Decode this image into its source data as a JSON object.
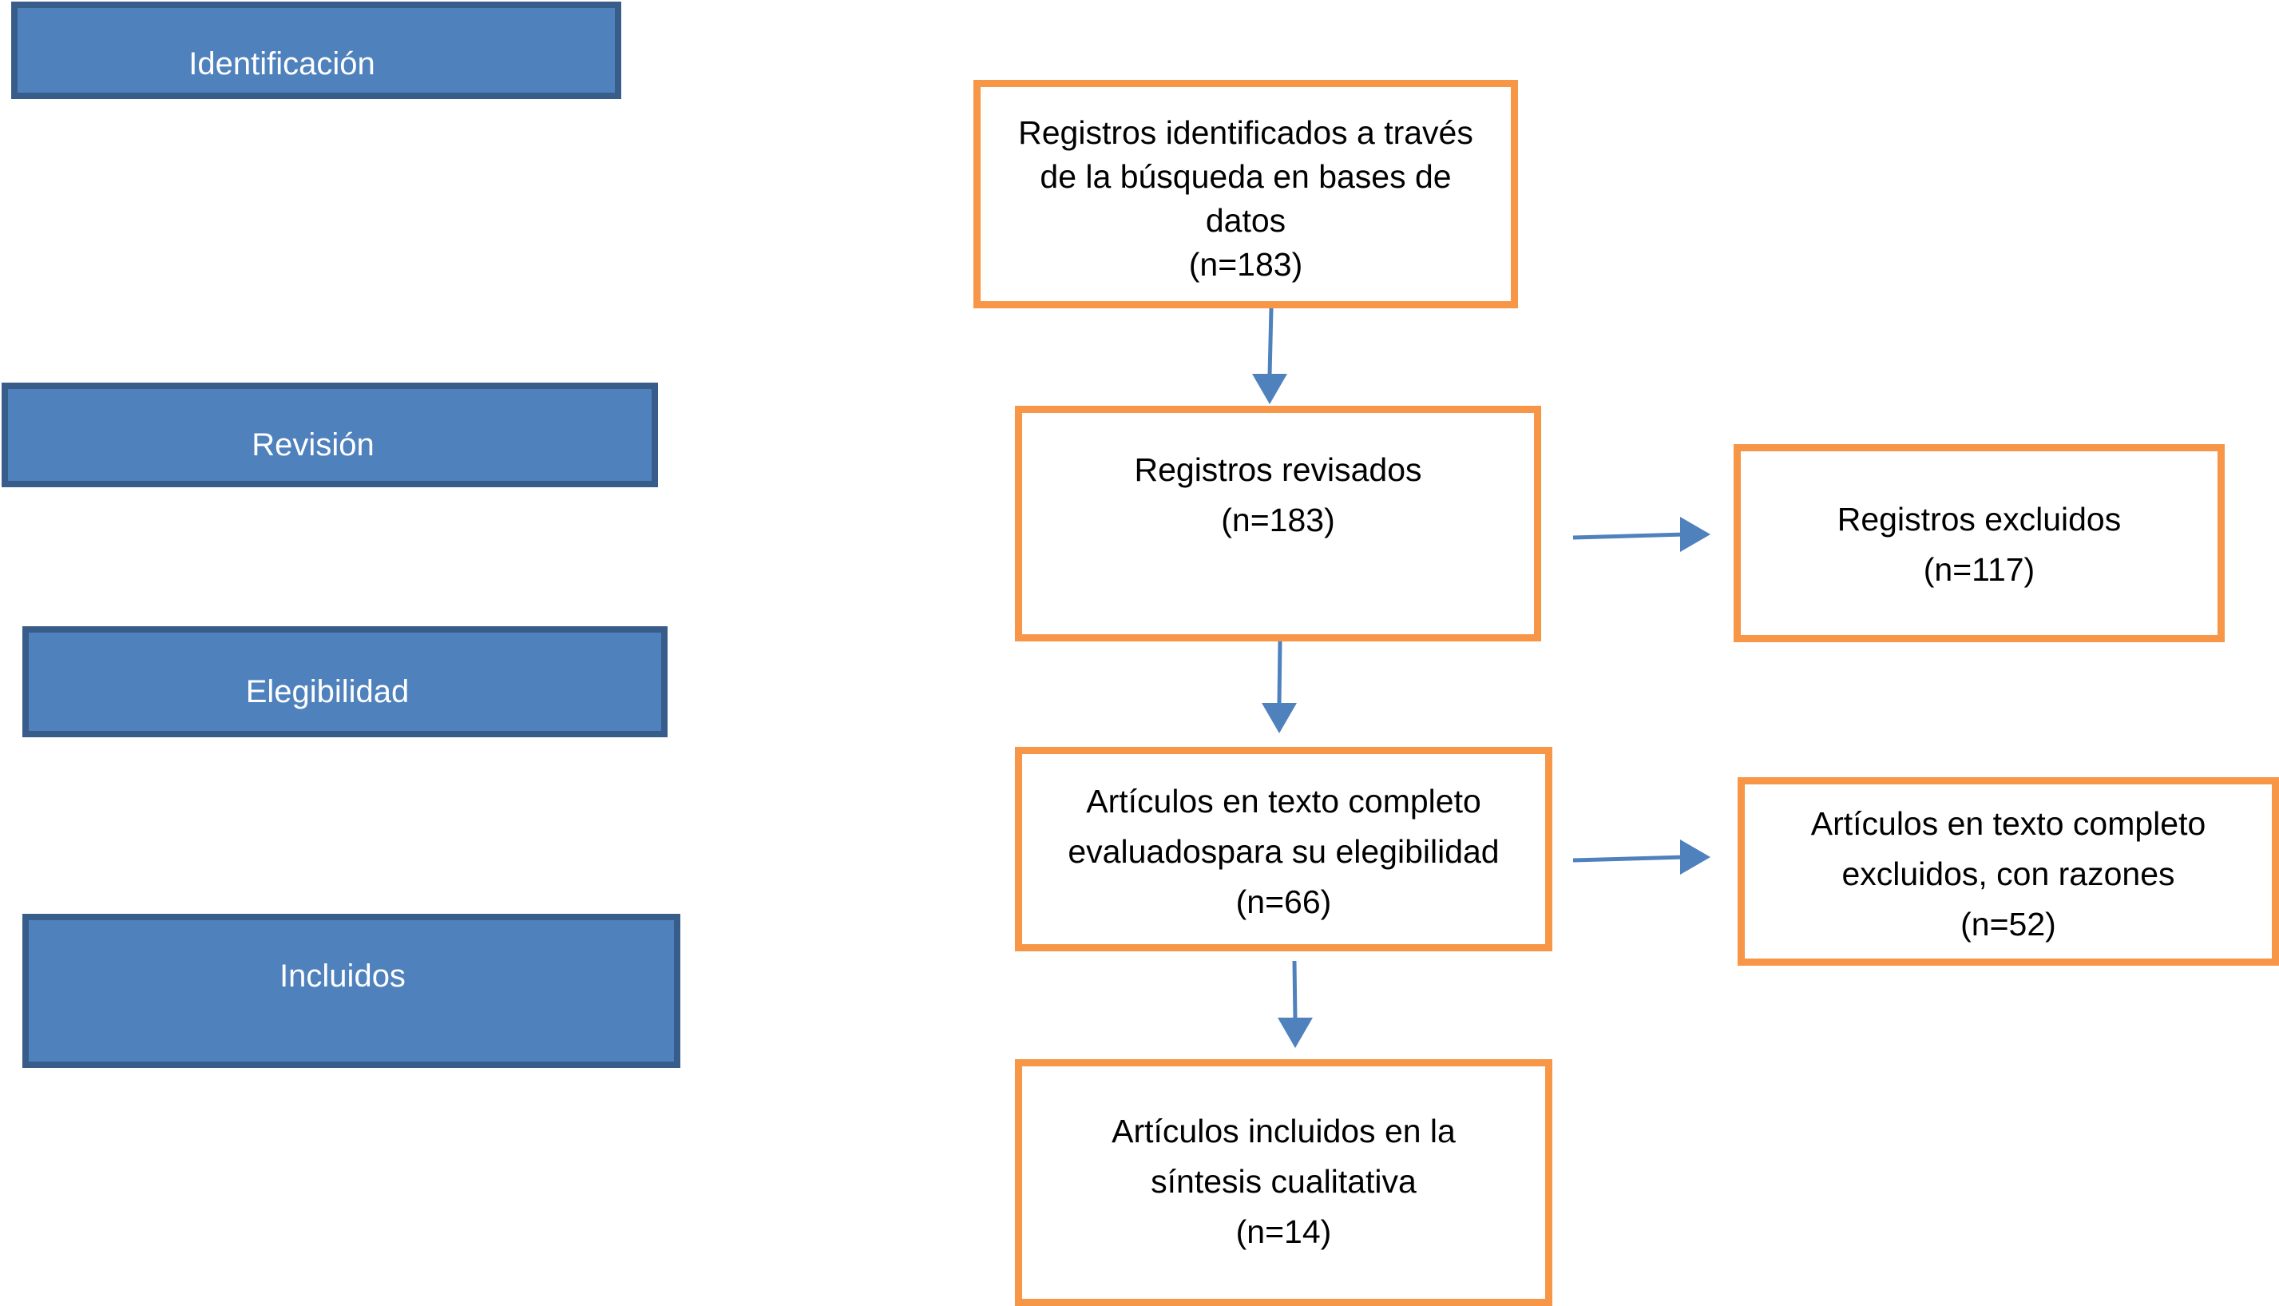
{
  "stages": {
    "identificacion": "Identificación",
    "revision": "Revisión",
    "elegibilidad": "Elegibilidad",
    "incluidos": "Incluidos"
  },
  "boxes": {
    "identified": {
      "lines": [
        "Registros identificados a través",
        "de la búsqueda en bases de",
        "datos",
        "(n=183)"
      ]
    },
    "reviewed": {
      "lines": [
        "Registros revisados",
        "(n=183)"
      ]
    },
    "excluded": {
      "lines": [
        "Registros excluidos",
        "(n=117)"
      ]
    },
    "fulltext": {
      "lines": [
        "Artículos en texto completo",
        "evaluadospara su elegibilidad",
        "(n=66)"
      ]
    },
    "fulltext_excluded": {
      "lines": [
        "Artículos en texto completo",
        "excluidos, con razones",
        "(n=52)"
      ]
    },
    "included": {
      "lines": [
        "Artículos incluidos en la",
        "síntesis cualitativa",
        "(n=14)"
      ]
    }
  },
  "colors": {
    "stage_fill": "#4f81bd",
    "stage_border": "#385d8a",
    "box_border": "#f79646",
    "arrow": "#4f81bd"
  }
}
